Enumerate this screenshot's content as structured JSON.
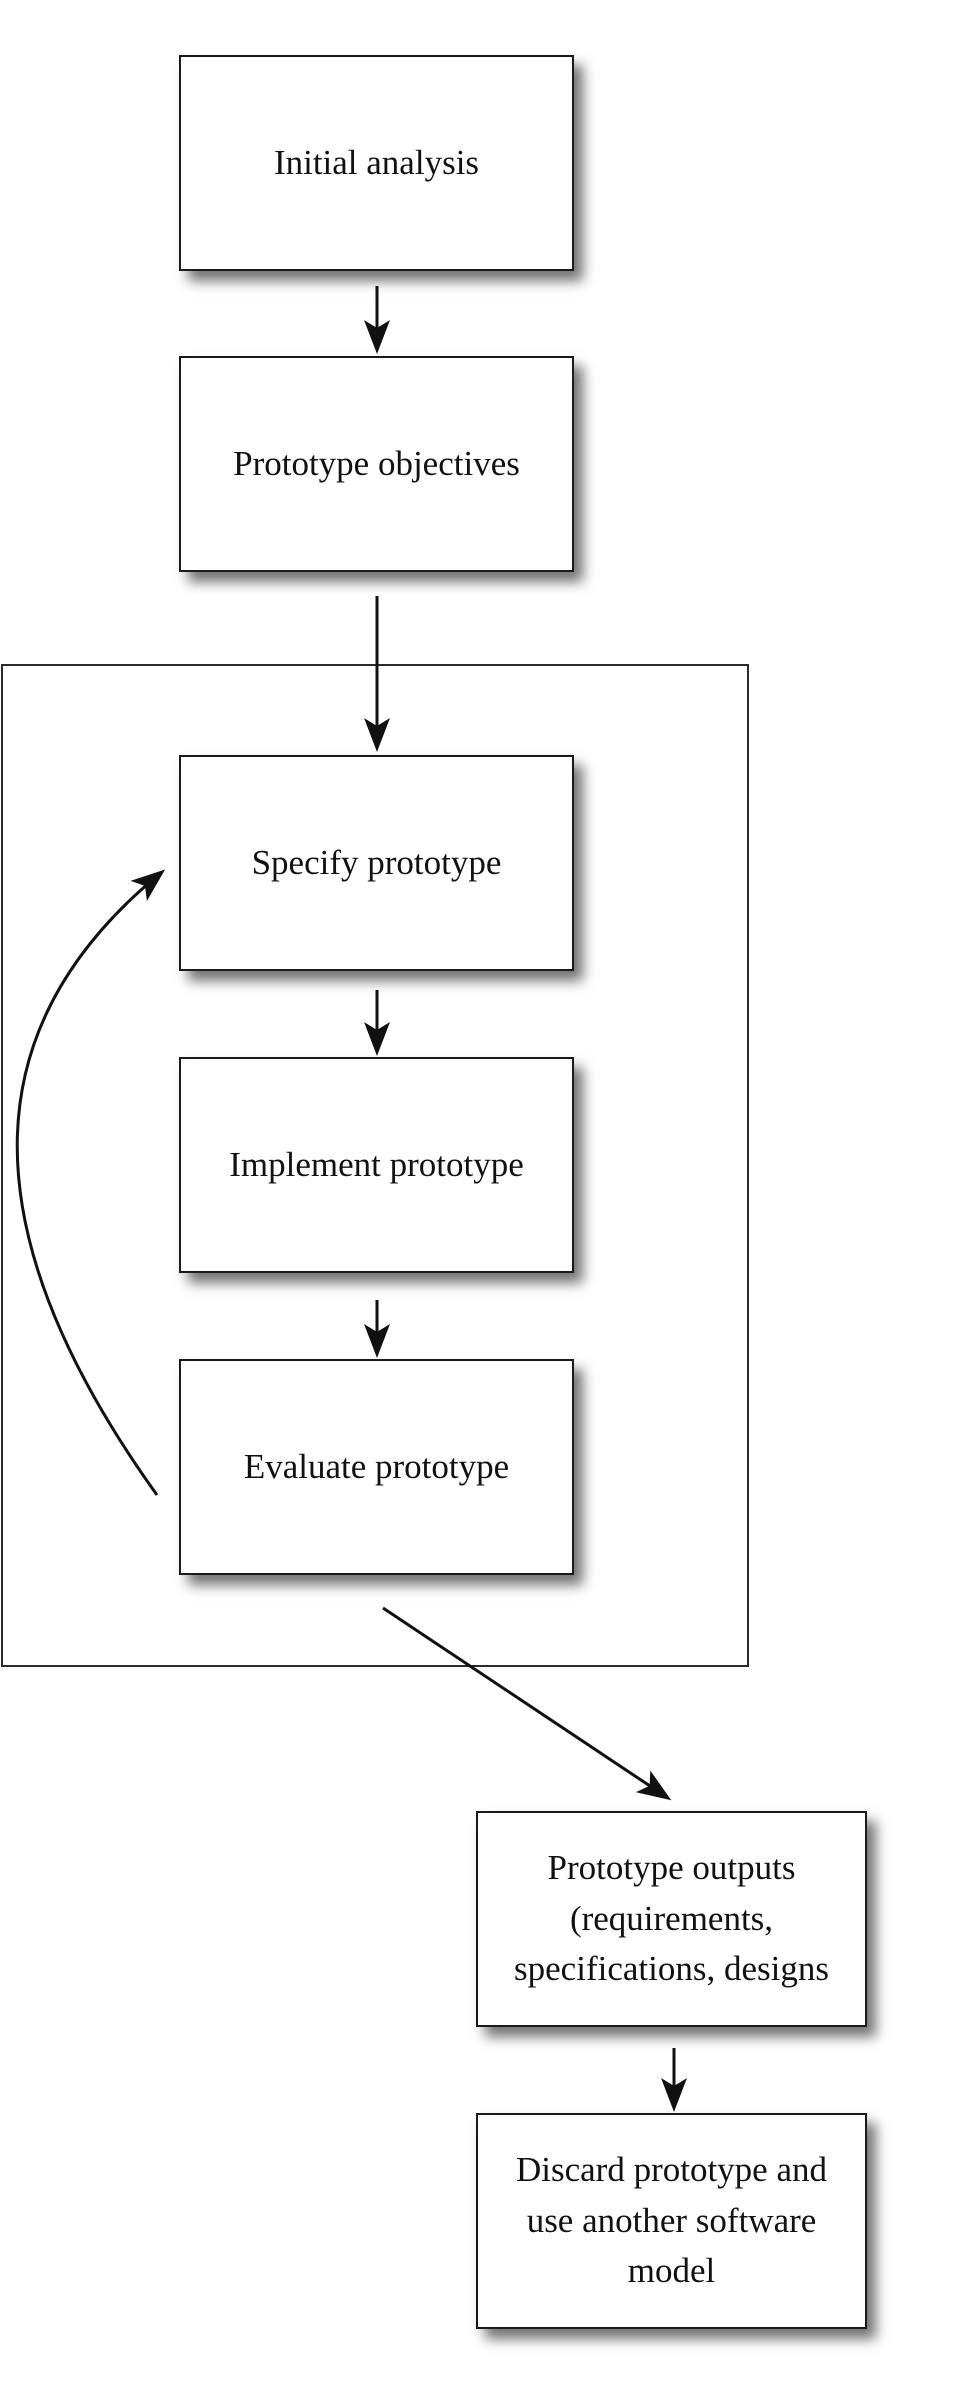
{
  "diagram": {
    "steps": [
      {
        "id": "initial-analysis",
        "label": "Initial analysis"
      },
      {
        "id": "prototype-objectives",
        "label": "Prototype objectives"
      },
      {
        "id": "specify-prototype",
        "label": "Specify prototype"
      },
      {
        "id": "implement-prototype",
        "label": "Implement prototype"
      },
      {
        "id": "evaluate-prototype",
        "label": "Evaluate prototype"
      },
      {
        "id": "prototype-outputs",
        "label": "Prototype outputs\n(requirements,\nspecifications, designs"
      },
      {
        "id": "discard-prototype",
        "label": "Discard prototype and\nuse another software\nmodel"
      }
    ],
    "edges": [
      {
        "from": "initial-analysis",
        "to": "prototype-objectives"
      },
      {
        "from": "prototype-objectives",
        "to": "specify-prototype"
      },
      {
        "from": "specify-prototype",
        "to": "implement-prototype"
      },
      {
        "from": "implement-prototype",
        "to": "evaluate-prototype"
      },
      {
        "from": "evaluate-prototype",
        "to": "specify-prototype",
        "kind": "loop"
      },
      {
        "from": "evaluate-prototype",
        "to": "prototype-outputs"
      },
      {
        "from": "prototype-outputs",
        "to": "discard-prototype"
      }
    ],
    "loop_group": [
      "specify-prototype",
      "implement-prototype",
      "evaluate-prototype"
    ]
  }
}
